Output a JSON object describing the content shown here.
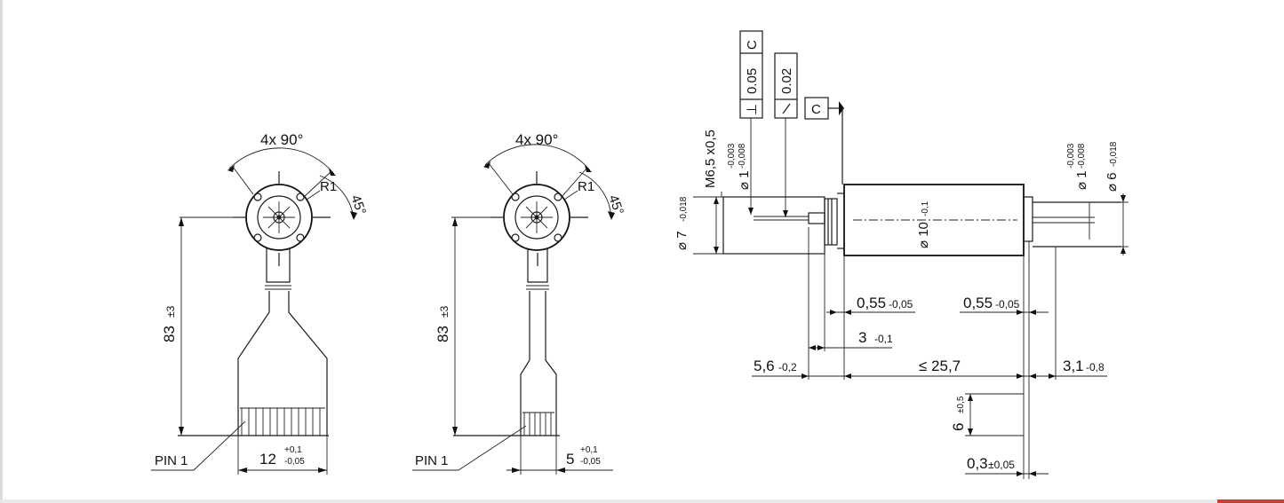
{
  "view1": {
    "angle_label": "4x 90°",
    "angle45_label": "45°",
    "radius_label": "R1",
    "length_label": "83",
    "length_tol": "±3",
    "pin_label": "PIN 1",
    "width_label": "12",
    "width_tol_upper": "+0,1",
    "width_tol_lower": "-0,05"
  },
  "view2": {
    "angle_label": "4x 90°",
    "angle45_label": "45°",
    "radius_label": "R1",
    "length_label": "83",
    "length_tol": "±3",
    "pin_label": "PIN 1",
    "width_label": "5",
    "width_tol_upper": "+0,1",
    "width_tol_lower": "-0,05"
  },
  "side_view": {
    "perp_symbol": "⊥",
    "perp_value": "0.05",
    "perp_datum": "C",
    "runout_value": "0.02",
    "datum_label": "C",
    "thread_label": "M6,5 x0,5",
    "dia_shaft_left": "⌀ 1",
    "dia_shaft_left_tol_upper": "-0,003",
    "dia_shaft_left_tol_lower": "-0,008",
    "dia_pilot": "⌀ 7",
    "dia_pilot_tol": "-0,018",
    "dia_body": "⌀ 10",
    "dia_body_tol": "-0,1",
    "dia_shaft_right": "⌀ 1",
    "dia_shaft_right_tol_upper": "-0,003",
    "dia_shaft_right_tol_lower": "-0,008",
    "dia_bearing_right": "⌀ 6",
    "dia_bearing_right_tol": "-0,018",
    "dim_055_left": "0,55",
    "dim_055_left_tol": "-0,05",
    "dim_055_right": "0,55",
    "dim_055_right_tol": "-0,05",
    "dim_3": "3",
    "dim_3_tol": "-0,1",
    "dim_56": "5,6",
    "dim_56_tol": "-0,2",
    "dim_257": "≤ 25,7",
    "dim_31": "3,1",
    "dim_31_tol": "-0,8",
    "dim_6": "6",
    "dim_6_tol": "±0,5",
    "dim_03": "0,3",
    "dim_03_tol": "±0,05"
  }
}
